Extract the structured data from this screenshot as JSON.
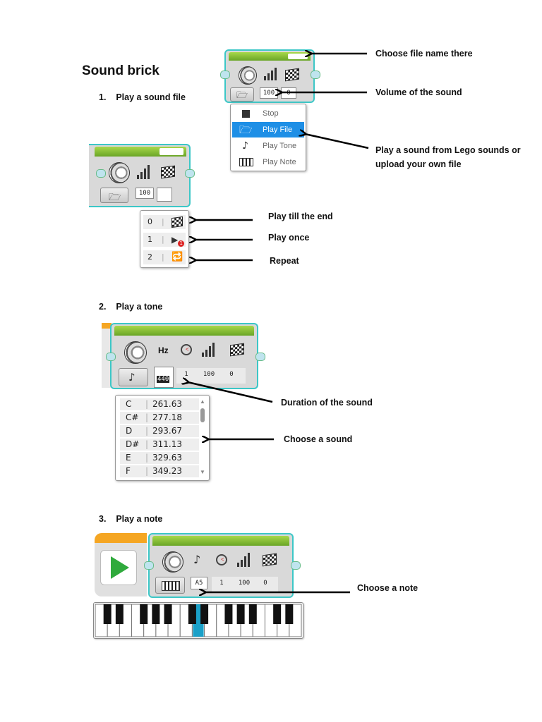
{
  "title": "Sound brick",
  "sections": {
    "s1_number": "1.",
    "s1_label": "Play a sound file",
    "s2_number": "2.",
    "s2_label": "Play a tone",
    "s3_number": "3.",
    "s3_label": "Play a note"
  },
  "annotations": {
    "file_name": "Choose file name there",
    "volume": "Volume of the sound",
    "play_sound_line1": "Play a sound from Lego sounds or",
    "play_sound_line2": "upload your own file",
    "play_till_end": "Play till the end",
    "play_once": "Play once",
    "repeat": "Repeat",
    "duration": "Duration of the sound",
    "choose_sound": "Choose a sound",
    "choose_note": "Choose a note"
  },
  "mode_menu": {
    "items": [
      {
        "label": "Stop",
        "icon": "stop-icon"
      },
      {
        "label": "Play File",
        "icon": "folder-icon",
        "selected": true
      },
      {
        "label": "Play Tone",
        "icon": "music-note-icon"
      },
      {
        "label": "Play Note",
        "icon": "piano-keys-icon"
      }
    ]
  },
  "block1": {
    "volume": "100",
    "plug_value": "0"
  },
  "block2": {
    "volume": "100"
  },
  "play_type_menu": {
    "items": [
      {
        "value": "0",
        "icon": "checkered-flag-icon"
      },
      {
        "value": "1",
        "icon": "play-once-icon"
      },
      {
        "value": "2",
        "icon": "repeat-icon"
      }
    ]
  },
  "tone_block": {
    "hz_label": "Hz",
    "frequency": "440",
    "duration": "1",
    "volume": "100",
    "play_type": "0"
  },
  "tone_list": [
    {
      "note": "C",
      "freq": "261.63"
    },
    {
      "note": "C#",
      "freq": "277.18"
    },
    {
      "note": "D",
      "freq": "293.67"
    },
    {
      "note": "D#",
      "freq": "311.13"
    },
    {
      "note": "E",
      "freq": "329.63"
    },
    {
      "note": "F",
      "freq": "349.23"
    }
  ],
  "note_block": {
    "note": "A5",
    "duration": "1",
    "volume": "100",
    "play_type": "0"
  },
  "colors": {
    "accent_teal": "#3cc7c7",
    "menu_selected": "#1e8fe6",
    "bar_green": "#7fbf2e",
    "start_orange": "#f5a623",
    "start_green": "#2faa3c",
    "key_highlight": "#1aa0c8"
  }
}
